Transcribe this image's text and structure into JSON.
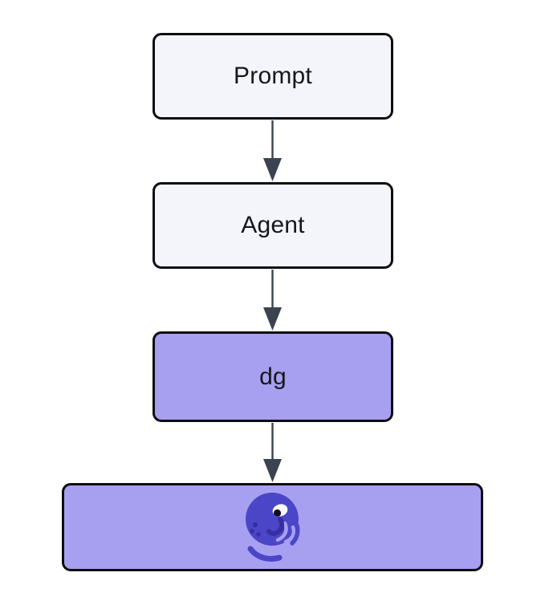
{
  "diagram": {
    "type": "flowchart-top-down",
    "nodes": [
      {
        "id": "prompt",
        "label": "Prompt",
        "variant": "light"
      },
      {
        "id": "agent",
        "label": "Agent",
        "variant": "light"
      },
      {
        "id": "dg",
        "label": "dg",
        "variant": "purple"
      },
      {
        "id": "octopus",
        "label": "",
        "variant": "purple-wide",
        "icon": "octopus-icon"
      }
    ],
    "edges": [
      {
        "from": "prompt",
        "to": "agent"
      },
      {
        "from": "agent",
        "to": "dg"
      },
      {
        "from": "dg",
        "to": "octopus"
      }
    ],
    "colors": {
      "background": "#ffffff",
      "light_fill": "#f4f4fb",
      "purple_fill": "#a7a0f1",
      "node_border": "#0d0d0f",
      "arrow": "#3a4350",
      "label": "#17171a",
      "octo_body": "#4b45c8",
      "octo_dark": "#372fa0",
      "octo_eye": "#f8fafc",
      "octo_pupil": "#0c0f1c"
    }
  }
}
